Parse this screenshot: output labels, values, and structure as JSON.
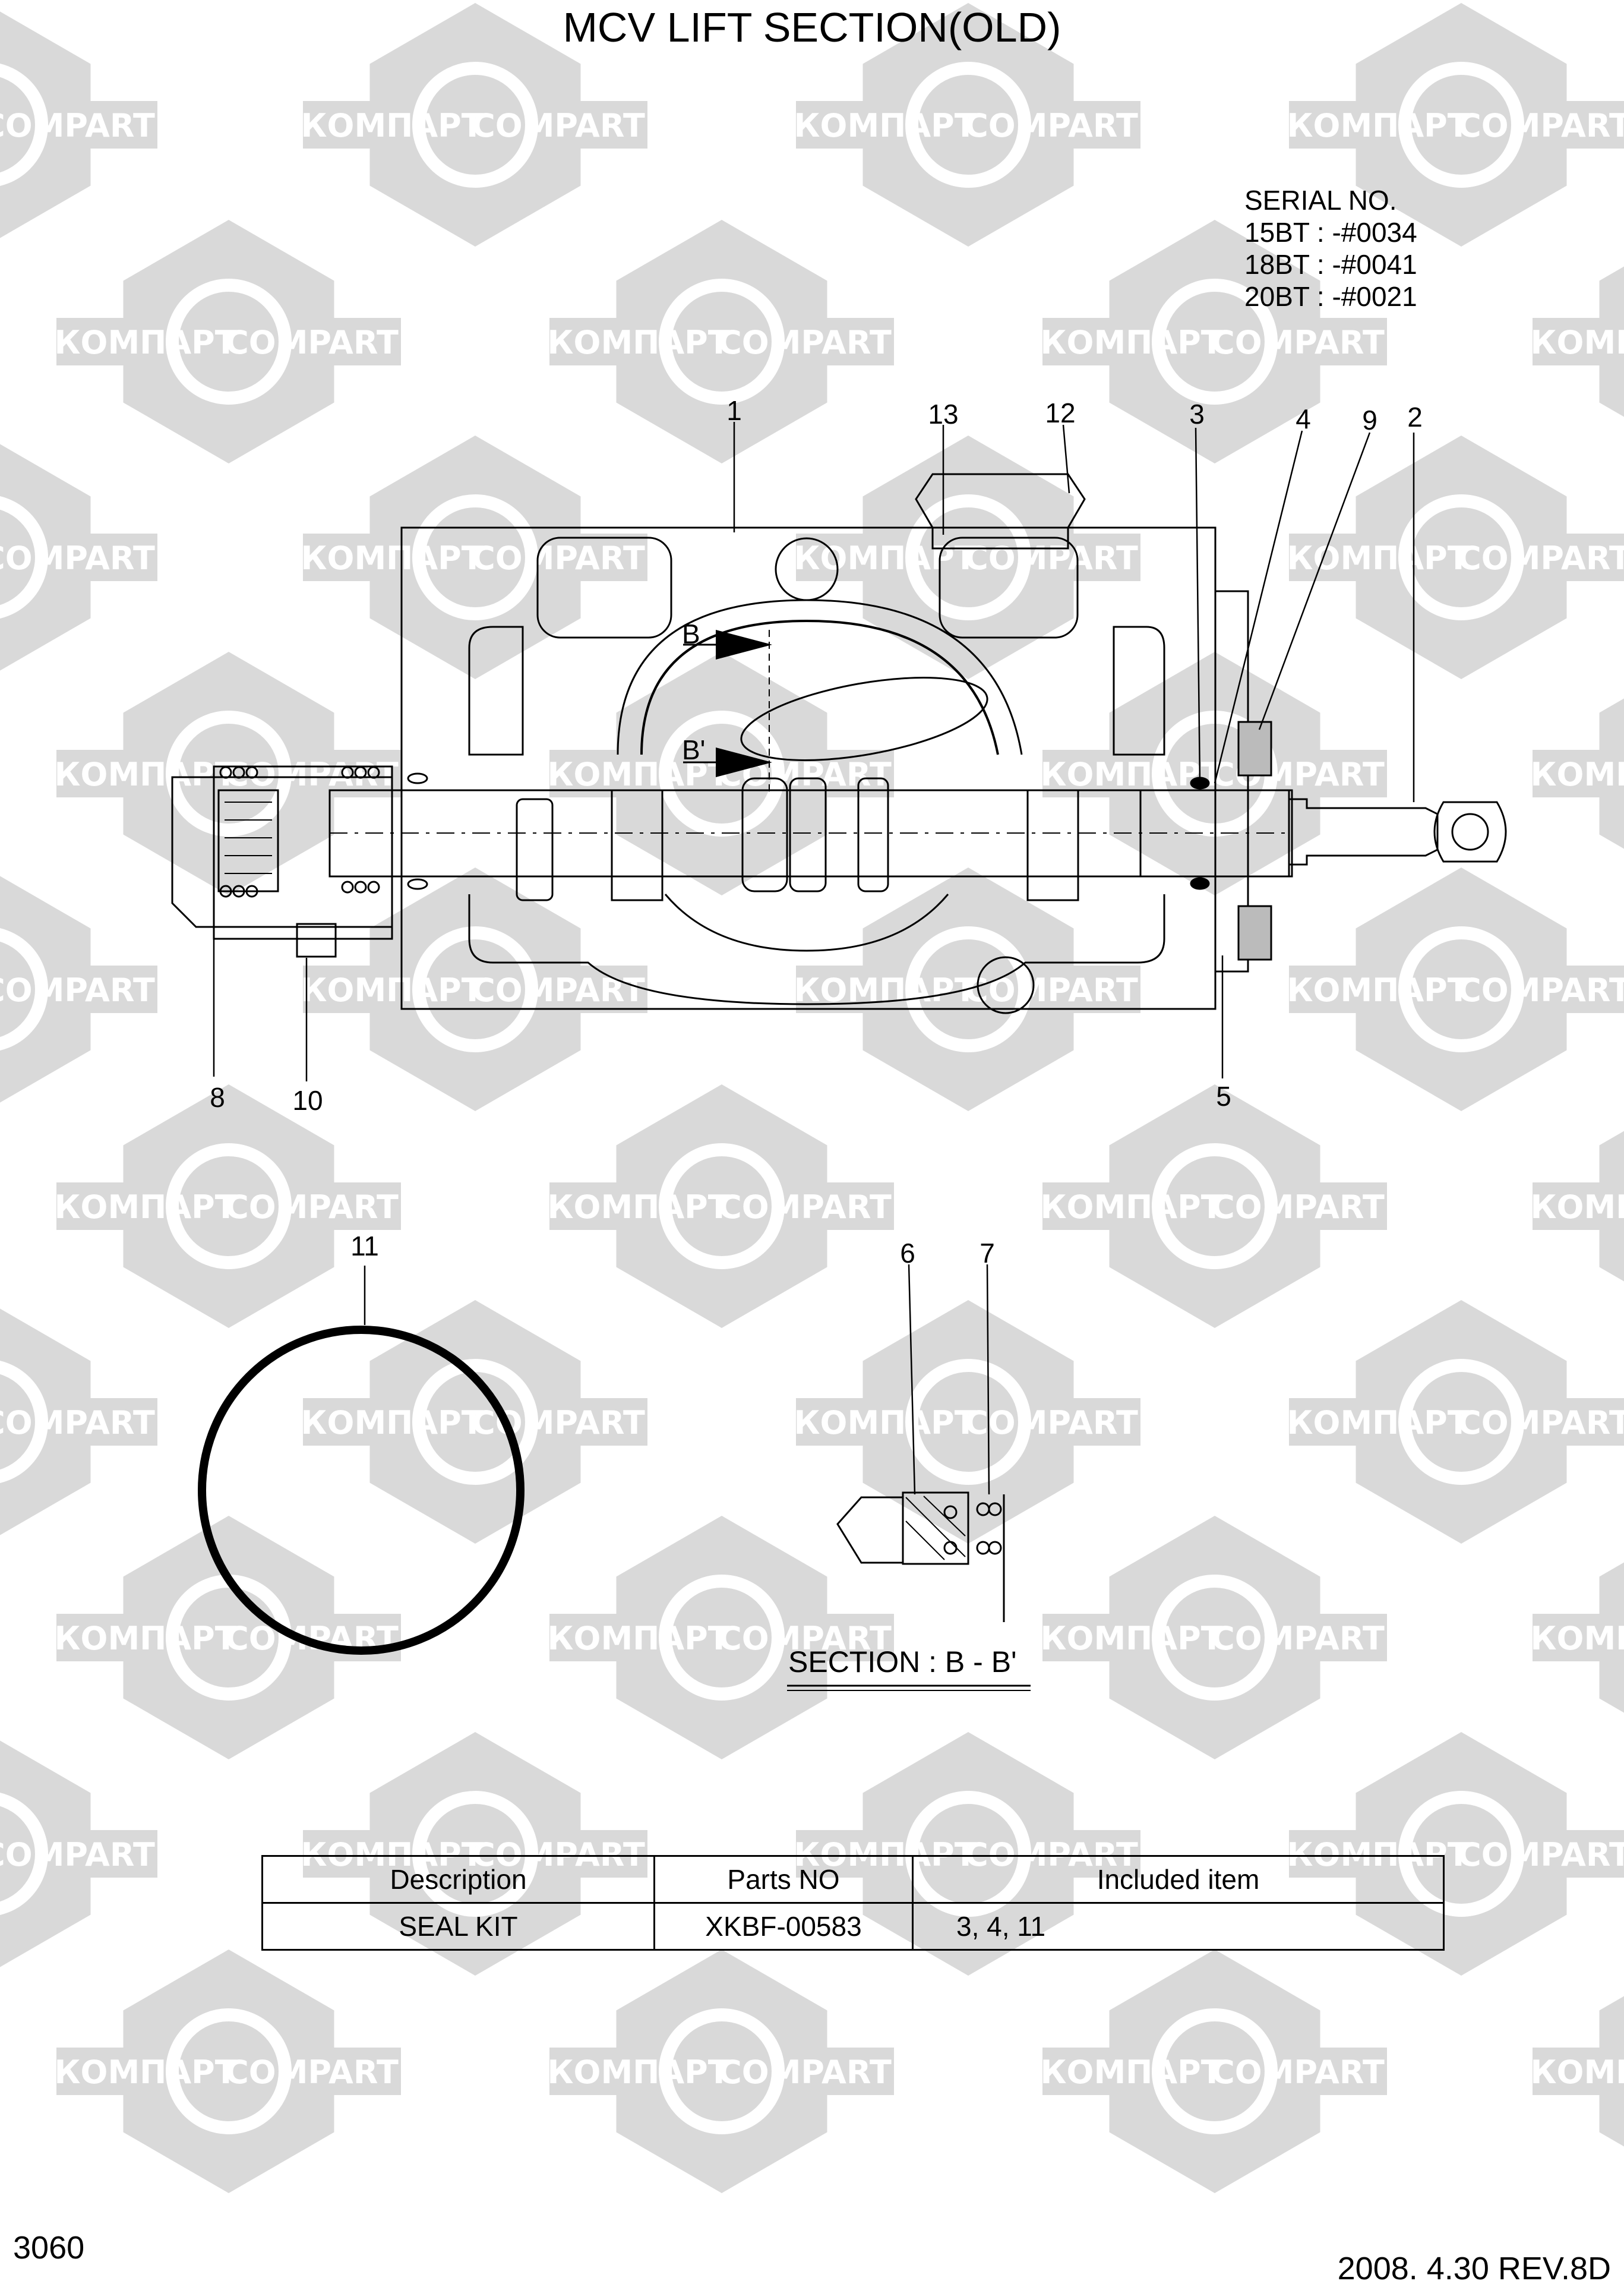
{
  "title": "MCV LIFT SECTION(OLD)",
  "watermark": {
    "latin": "COMPART",
    "cyrillic": "КОМПАРТ",
    "color": "#d9d9d9"
  },
  "serial": {
    "heading": "SERIAL NO.",
    "lines": [
      "15BT : -#0034",
      "18BT : -#0041",
      "20BT : -#0021"
    ]
  },
  "callouts": [
    "1",
    "13",
    "12",
    "3",
    "4",
    "9",
    "2",
    "8",
    "10",
    "5",
    "11",
    "6",
    "7"
  ],
  "section_marks": {
    "upper": "B",
    "lower": "B'"
  },
  "section_label": "SECTION : B - B'",
  "kit_table": {
    "headers": [
      "Description",
      "Parts NO",
      "Included item"
    ],
    "rows": [
      [
        "SEAL KIT",
        "XKBF-00583",
        "3, 4, 11"
      ]
    ]
  },
  "footer": {
    "page": "3060",
    "date_rev": "2008. 4.30  REV.8D"
  }
}
